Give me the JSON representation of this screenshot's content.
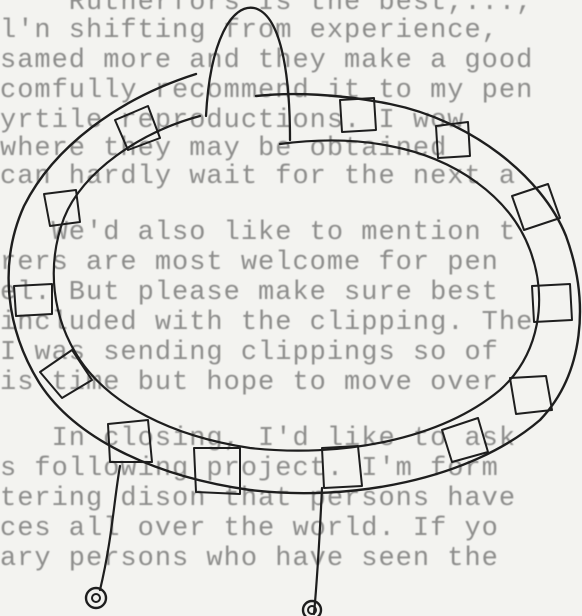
{
  "document": {
    "lines": [
      "    Rutherfors Is the best,...,",
      "l'n shifting from experience,",
      "samed more and they make a good",
      "comfully recommend it to my pen",
      "yrtile reproductions. I wow",
      "where they may be obtained",
      "can hardly wait for the next a",
      "",
      "   We'd also like to mention t",
      "rers are most welcome for pen",
      "el. But please make sure best",
      "included with the clipping. The",
      "I was sending clippings so of",
      "is time but hope to move over",
      "",
      "   In closing, I'd like to ask",
      "s following project. I'm form",
      "tering dison that persons have",
      "ces all over the world. If yo",
      "ary persons who have seen the"
    ]
  },
  "drawing": {
    "stroke_color": "#1e1e1e",
    "shape": "hand-drawn loop track with rectangular tabs and two hanging strings"
  }
}
